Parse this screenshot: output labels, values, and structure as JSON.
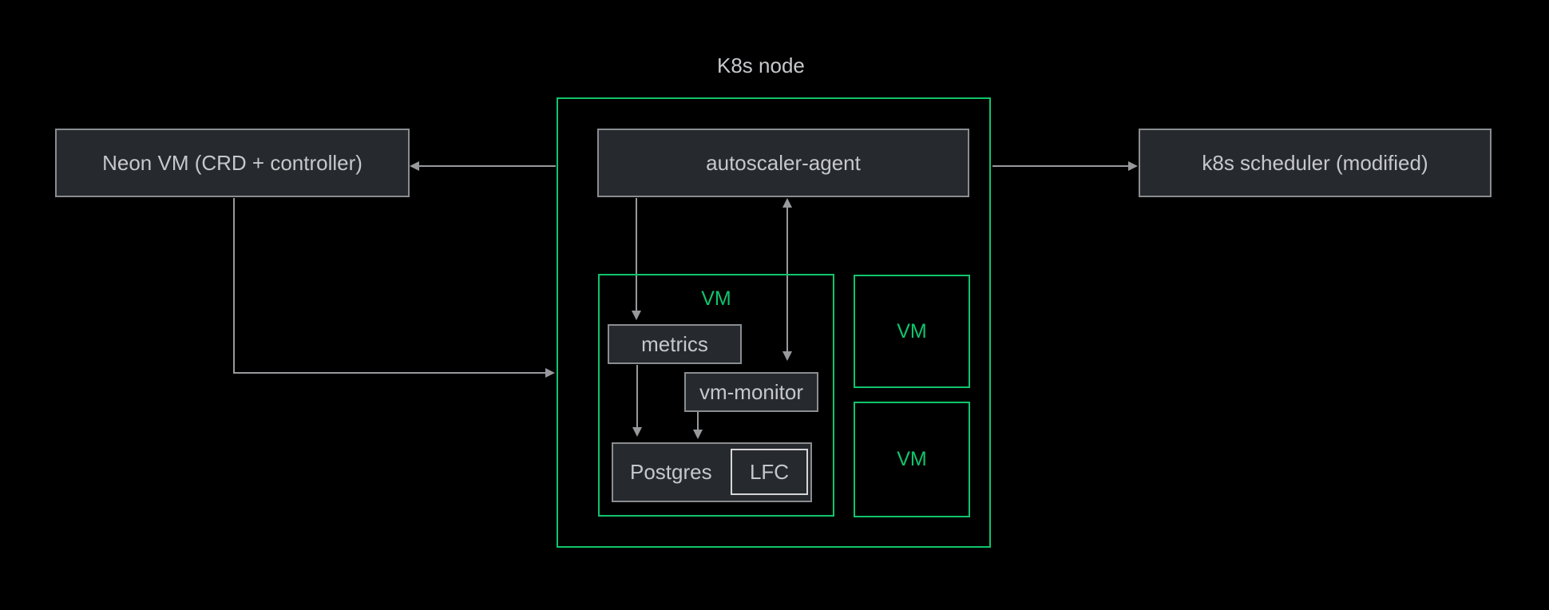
{
  "diagram": {
    "k8s_node_label": "K8s node",
    "nodes": {
      "neon_vm": {
        "label": "Neon VM (CRD + controller)"
      },
      "autoscaler_agent": {
        "label": "autoscaler-agent"
      },
      "k8s_scheduler": {
        "label": "k8s scheduler (modified)"
      },
      "inner_vm": {
        "label": "VM"
      },
      "metrics": {
        "label": "metrics"
      },
      "vm_monitor": {
        "label": "vm-monitor"
      },
      "postgres": {
        "label": "Postgres"
      },
      "lfc": {
        "label": "LFC"
      },
      "vm_box_top": {
        "label": "VM"
      },
      "vm_box_bottom": {
        "label": "VM"
      }
    },
    "colors": {
      "background": "#000000",
      "accent_green": "#10c46c",
      "box_fill": "#26292d",
      "box_border": "#8a8d90",
      "text": "#c6c8cb",
      "arrow": "#97999c",
      "lfc_border": "#d6d6d6"
    }
  }
}
